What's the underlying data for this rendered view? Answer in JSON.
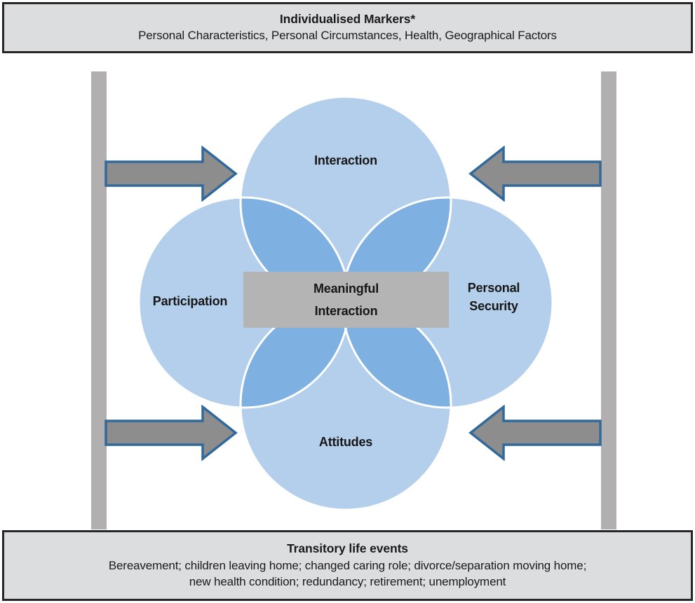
{
  "top_banner": {
    "title": "Individualised Markers*",
    "subtitle": "Personal Characteristics, Personal Circumstances, Health, Geographical Factors"
  },
  "bottom_banner": {
    "title": "Transitory life events",
    "line1": "Bereavement; children leaving home; changed caring role; divorce/separation moving home;",
    "line2": "new health condition; redundancy; retirement; unemployment"
  },
  "venn": {
    "top_label": "Interaction",
    "bottom_label": "Attitudes",
    "left_label": "Participation",
    "right_label": "Personal\nSecurity",
    "center_line1": "Meaningful",
    "center_line2": "Interaction"
  },
  "colors": {
    "circle_fill": "#b4cfeb",
    "circle_overlap": "#7eb0e2",
    "circle_stroke": "#ffffff",
    "center_box": "#b4b4b4",
    "banner_fill": "#dcdddf",
    "banner_border": "#262626",
    "side_bar": "#b1afaf",
    "arrow_fill": "#8d8d8d",
    "arrow_stroke": "#31699c",
    "text": "#161616"
  },
  "arrows": [
    {
      "name": "arrow-top-left",
      "direction": "right"
    },
    {
      "name": "arrow-top-right",
      "direction": "left"
    },
    {
      "name": "arrow-bottom-left",
      "direction": "right"
    },
    {
      "name": "arrow-bottom-right",
      "direction": "left"
    }
  ]
}
